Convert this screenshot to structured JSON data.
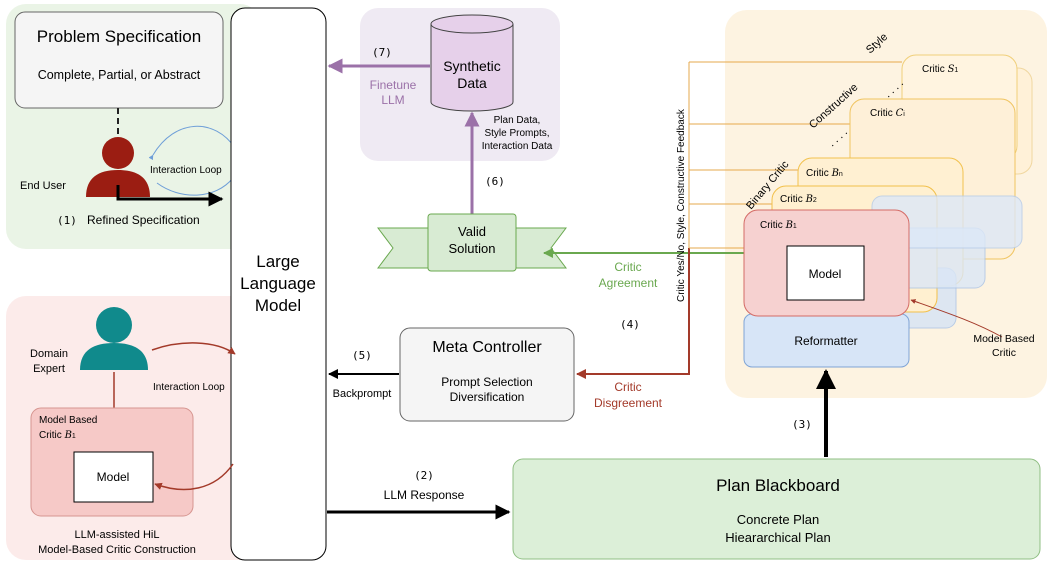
{
  "problem_spec": {
    "title": "Problem Specification",
    "subtitle": "Complete, Partial, or Abstract",
    "end_user": "End User",
    "interaction_loop": "Interaction Loop",
    "step": "(1)",
    "refined": "Refined Specification"
  },
  "llm": {
    "line1": "Large",
    "line2": "Language",
    "line3": "Model"
  },
  "synthetic": {
    "line1": "Synthetic",
    "line2": "Data",
    "step": "(7)",
    "finetune1": "Finetune",
    "finetune2": "LLM",
    "note1": "Plan Data,",
    "note2": "Style Prompts,",
    "note3": "Interaction Data",
    "step6": "(6)"
  },
  "valid": {
    "line1": "Valid",
    "line2": "Solution"
  },
  "critic_agreement": {
    "line1": "Critic",
    "line2": "Agreement"
  },
  "meta": {
    "title": "Meta Controller",
    "line1": "Prompt Selection",
    "line2": "Diversification",
    "step": "(5)",
    "backprompt": "Backprompt",
    "step4": "(4)",
    "disagree1": "Critic",
    "disagree2": "Disgreement"
  },
  "feedback_label": "Critic Yes/No, Style, Constructive Feedback",
  "critics": {
    "style": "Style",
    "constructive": "Constructive",
    "binary": "Binary Critic",
    "dots": ". . . .",
    "s1": "Critic",
    "c1": "Critic",
    "bn": "Critic",
    "b2": "Critic",
    "b1": "Critic",
    "model": "Model",
    "reformatter": "Reformatter",
    "model_based1": "Model Based",
    "model_based2": "Critic"
  },
  "domain": {
    "expert1": "Domain",
    "expert2": "Expert",
    "interaction_loop": "Interaction Loop",
    "mbc1": "Model Based",
    "mbc2": "Critic",
    "model": "Model",
    "caption1": "LLM-assisted HiL",
    "caption2": "Model-Based Critic Construction"
  },
  "blackboard": {
    "step2": "(2)",
    "response": "LLM Response",
    "step3": "(3)",
    "title": "Plan Blackboard",
    "line1": "Concrete Plan",
    "line2": "Hieararchical Plan"
  },
  "colors": {
    "green_panel": "#eaf4e6",
    "pink_panel": "#fcebea",
    "lavender_panel": "#efeaf3",
    "orange_panel": "#fdf3e1",
    "purple_arrow": "#9b71a8",
    "green_arrow": "#6aa84f",
    "red_arrow": "#a33a2a",
    "user_red": "#9b1d12",
    "expert_teal": "#108a8c"
  }
}
